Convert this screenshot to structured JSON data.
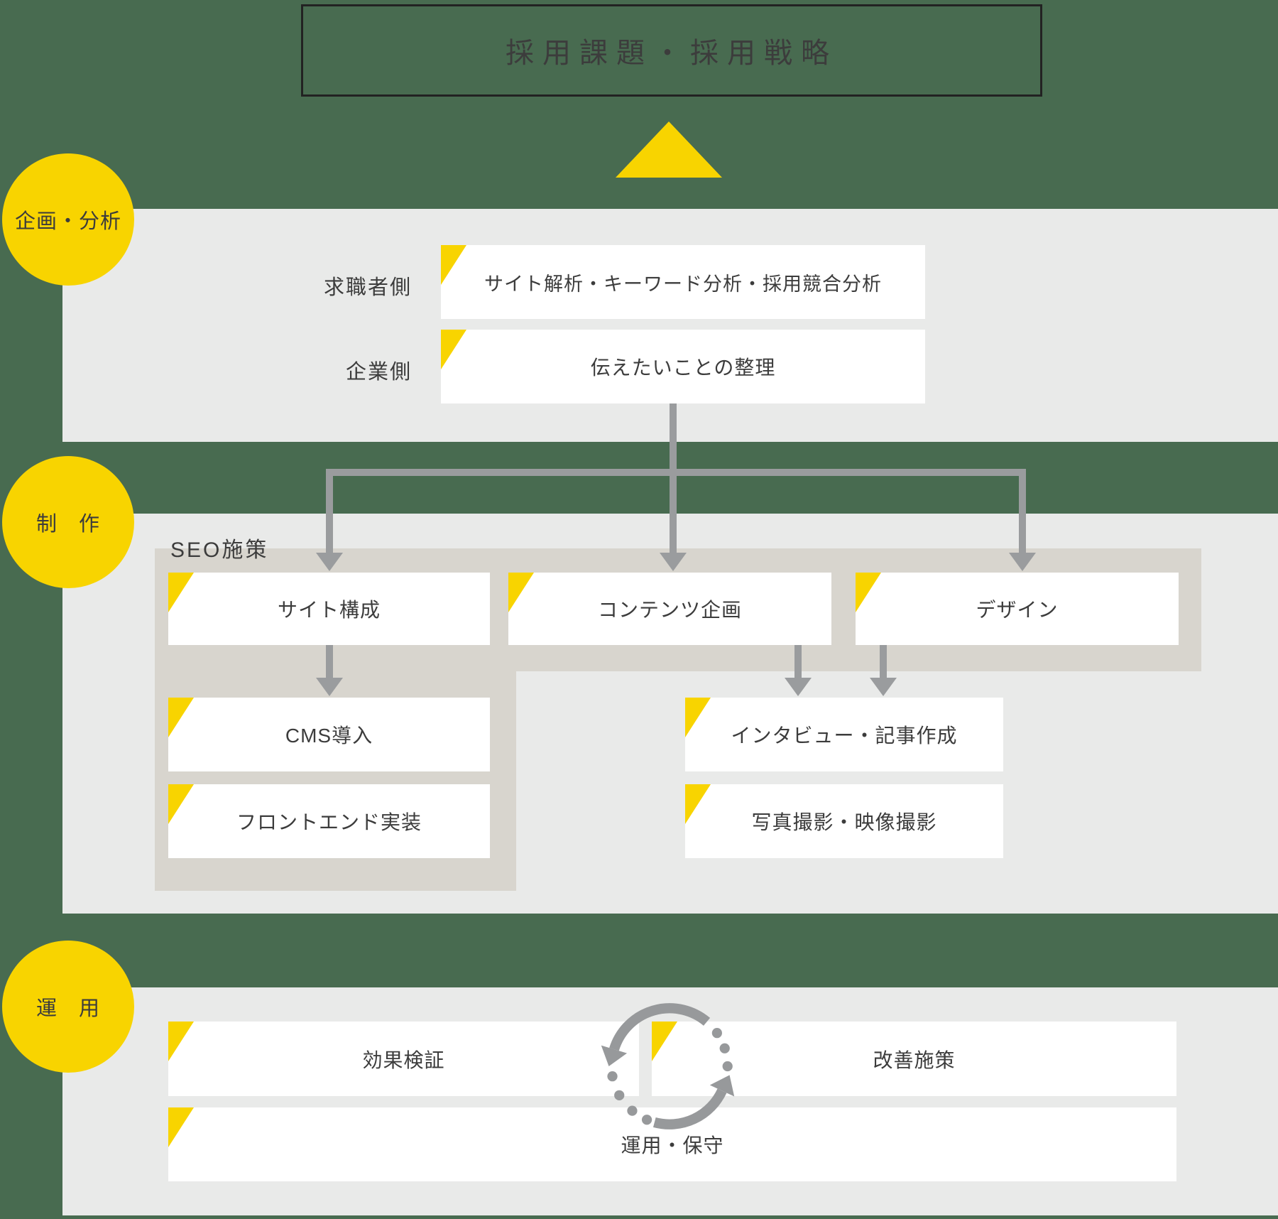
{
  "title": {
    "label": "採用課題・採用戦略"
  },
  "stages": {
    "planning": {
      "circle": "企画・分析",
      "rows": [
        {
          "side": "求職者側",
          "task": "サイト解析・キーワード分析・採用競合分析"
        },
        {
          "side": "企業側",
          "task": "伝えたいことの整理"
        }
      ]
    },
    "production": {
      "circle": "制　作",
      "seo_badge": "SEO施策",
      "site": "サイト構成",
      "cms": "CMS導入",
      "frontend": "フロントエンド実装",
      "content": "コンテンツ企画",
      "design": "デザイン",
      "interview": "インタビュー・記事作成",
      "shooting": "写真撮影・映像撮影"
    },
    "operation": {
      "circle": "運　用",
      "verify": "効果検証",
      "improve": "改善施策",
      "maintain": "運用・保守"
    }
  },
  "icons": {
    "direction_up": "up-triangle-icon",
    "card_corner": "corner-triangle-icon",
    "flow_arrows": "arrow-down-icon",
    "loop": "cycle-arrows-icon"
  },
  "colors": {
    "background": "#486b50",
    "panel": "#e9eae9",
    "seo_area": "#d8d5ce",
    "accent_yellow": "#f8d400",
    "card": "#ffffff",
    "connector": "#9a9c9e",
    "text": "#3c3c3c",
    "outline": "#222222"
  }
}
